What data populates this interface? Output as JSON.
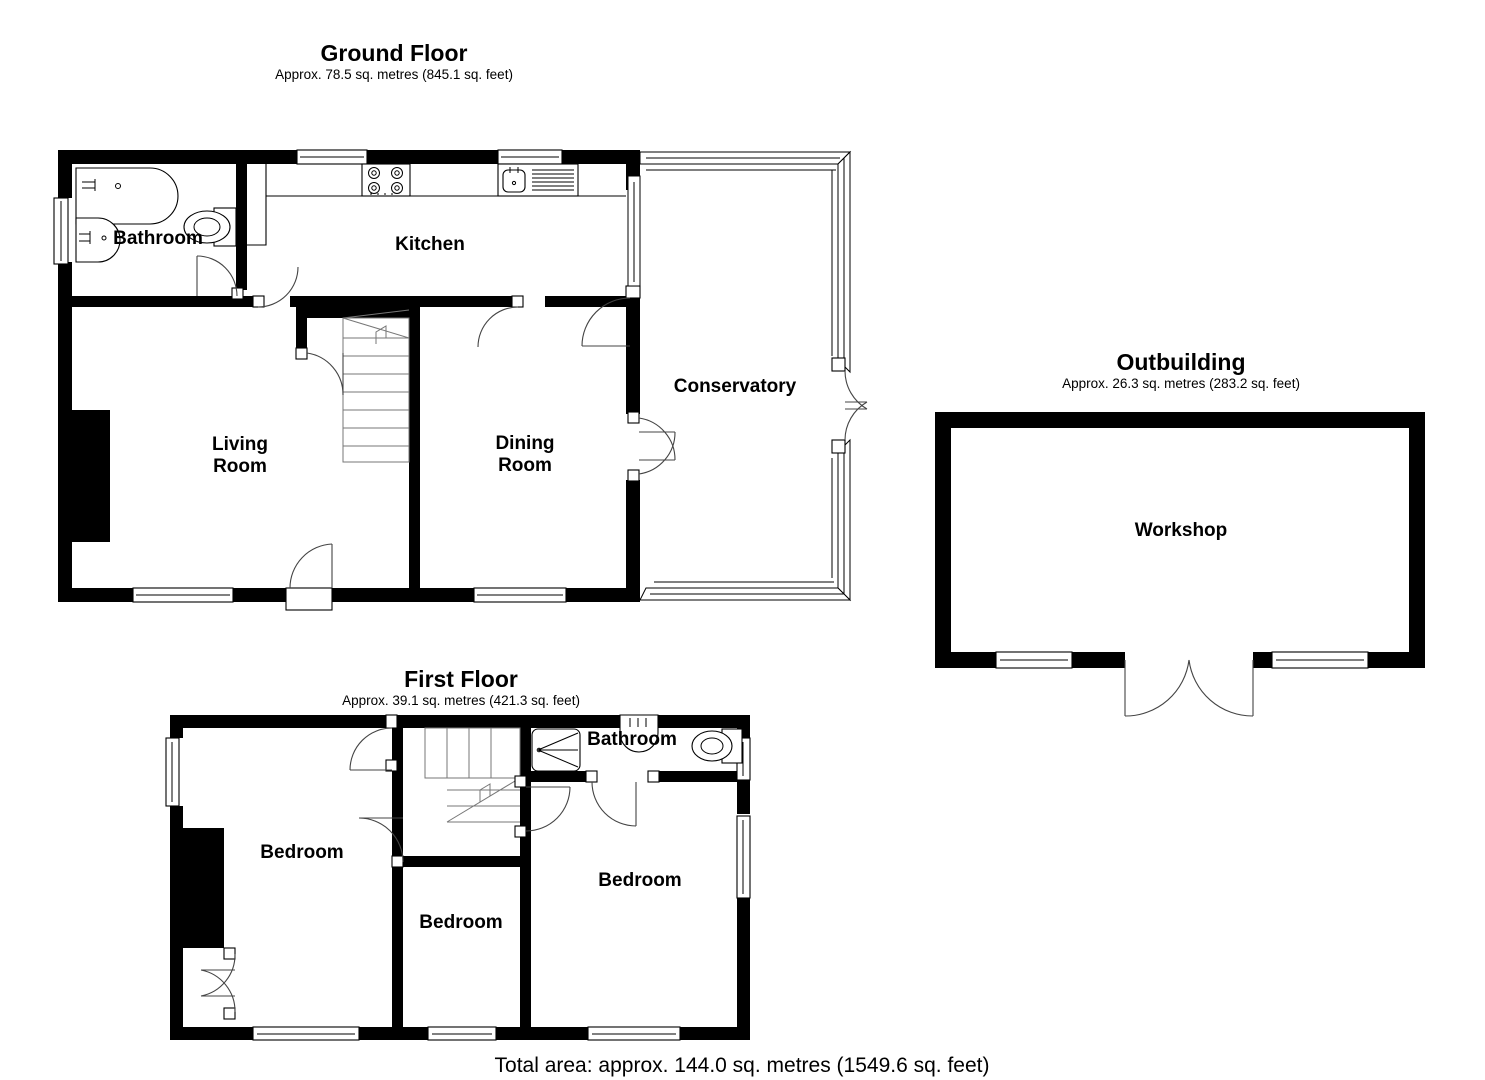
{
  "document": {
    "kind": "floor-plan",
    "background_color": "#ffffff",
    "line_color": "#000000"
  },
  "sections": {
    "ground_floor": {
      "title": "Ground Floor",
      "area_text": "Approx. 78.5 sq. metres (845.1 sq. feet)",
      "area_metres": 78.5,
      "area_feet": 845.1,
      "rooms": [
        {
          "name": "Bathroom",
          "label": "Bathroom"
        },
        {
          "name": "Kitchen",
          "label": "Kitchen"
        },
        {
          "name": "Living Room",
          "label_line1": "Living",
          "label_line2": "Room"
        },
        {
          "name": "Dining Room",
          "label_line1": "Dining",
          "label_line2": "Room"
        },
        {
          "name": "Conservatory",
          "label": "Conservatory"
        }
      ],
      "fixtures": [
        "bathtub",
        "wash-basin",
        "toilet",
        "hob",
        "kitchen-sink",
        "staircase",
        "chimney-breast"
      ]
    },
    "first_floor": {
      "title": "First Floor",
      "area_text": "Approx. 39.1 sq. metres (421.3 sq. feet)",
      "area_metres": 39.1,
      "area_feet": 421.3,
      "rooms": [
        {
          "name": "Bedroom 1",
          "label": "Bedroom"
        },
        {
          "name": "Bedroom 2",
          "label": "Bedroom"
        },
        {
          "name": "Bedroom 3",
          "label": "Bedroom"
        },
        {
          "name": "Bathroom",
          "label": "Bathroom"
        }
      ],
      "fixtures": [
        "shower-tray",
        "wash-basin",
        "toilet",
        "staircase",
        "chimney-breast",
        "wardrobe"
      ]
    },
    "outbuilding": {
      "title": "Outbuilding",
      "area_text": "Approx. 26.3 sq. metres (283.2 sq. feet)",
      "area_metres": 26.3,
      "area_feet": 283.2,
      "rooms": [
        {
          "name": "Workshop",
          "label": "Workshop"
        }
      ],
      "fixtures": [
        "double-doors",
        "window-left",
        "window-right"
      ]
    }
  },
  "footer": {
    "total_area_text": "Total area: approx. 144.0 sq. metres (1549.6 sq. feet)",
    "total_metres": 144.0,
    "total_feet": 1549.6
  }
}
